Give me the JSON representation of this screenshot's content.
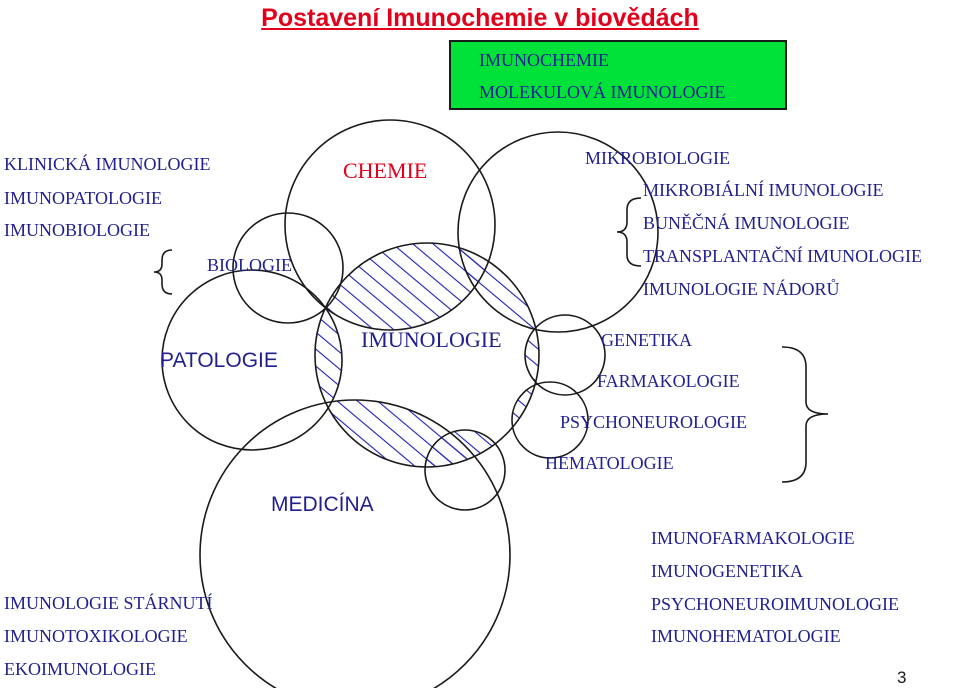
{
  "title": "Postavení Imunochemie v biovědách",
  "green_box": {
    "line1": "IMUNOCHEMIE",
    "line2": "MOLEKULOVÁ IMUNOLOGIE"
  },
  "top_left_list": [
    "KLINICKÁ IMUNOLOGIE",
    "IMUNOPATOLOGIE",
    "IMUNOBIOLOGIE"
  ],
  "circles": {
    "biologie": "BIOLOGIE",
    "chemie": "CHEMIE",
    "imunologie": "IMUNOLOGIE",
    "patologie": "PATOLOGIE",
    "medicina": "MEDICÍNA"
  },
  "microbiology": {
    "header": "MIKROBIOLOGIE",
    "items": [
      "MIKROBIÁLNÍ IMUNOLOGIE",
      "BUNĚČNÁ IMUNOLOGIE",
      "TRANSPLANTAČNÍ IMUNOLOGIE",
      "IMUNOLOGIE NÁDORŮ"
    ]
  },
  "related_fields": [
    "GENETIKA",
    "FARMAKOLOGIE",
    "PSYCHONEUROLOGIE",
    "HEMATOLOGIE"
  ],
  "derived_fields": [
    "IMUNOFARMAKOLOGIE",
    "IMUNOGENETIKA",
    "PSYCHONEUROIMUNOLOGIE",
    "IMUNOHEMATOLOGIE"
  ],
  "bottom_left_list": [
    "IMUNOLOGIE STÁRNUTÍ",
    "IMUNOTOXIKOLOGIE",
    "EKOIMUNOLOGIE"
  ],
  "page_number": "3",
  "colors": {
    "title": "#e3001b",
    "text": "#1f1f8f",
    "hatch": "#1f1fb0",
    "box": "#00e23a",
    "line": "#1a1a1a"
  }
}
